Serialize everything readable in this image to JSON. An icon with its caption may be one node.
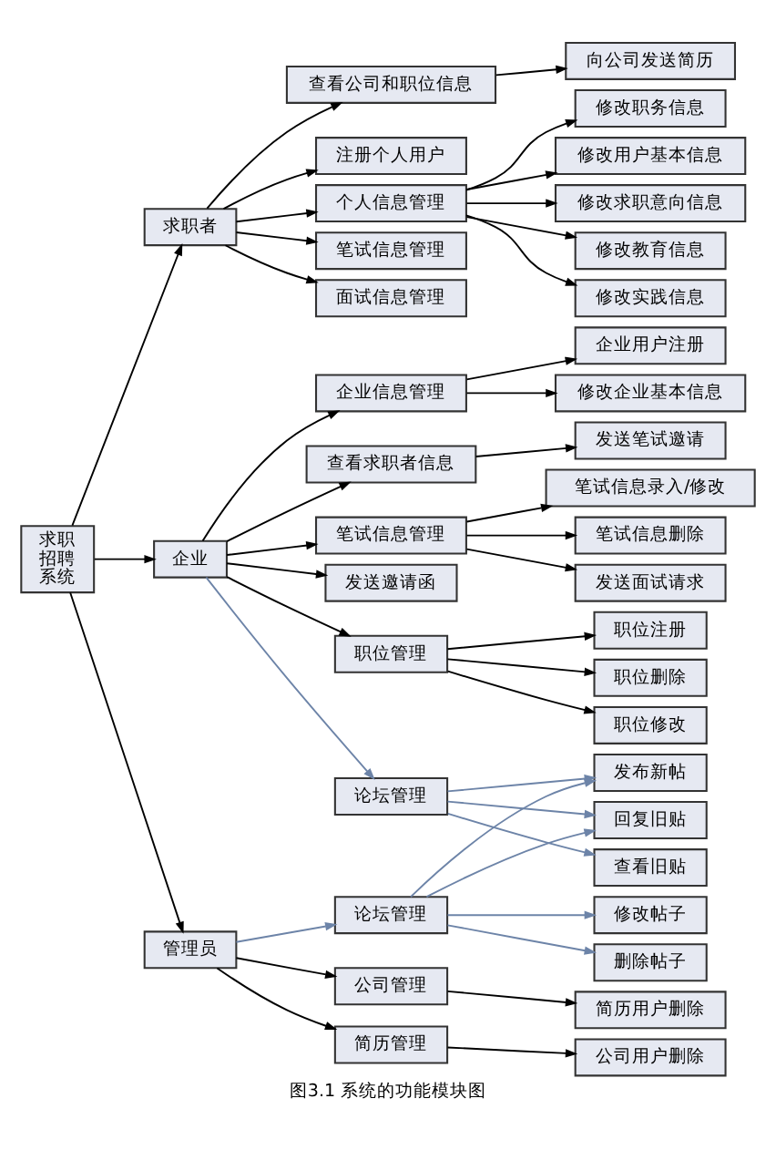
{
  "diagram": {
    "caption": "图3.1 系统的功能模块图",
    "nodes": [
      {
        "text": [
          "求职招聘系统"
        ]
      },
      {
        "text": [
          "求职者"
        ]
      },
      {
        "text": [
          "查看公司和职位信息"
        ]
      },
      {
        "text": [
          "向公司发送简历"
        ]
      },
      {
        "text": [
          "注册个人用户"
        ]
      },
      {
        "text": [
          "个人信息管理"
        ]
      },
      {
        "text": [
          "修改职务信息"
        ]
      },
      {
        "text": [
          "修改用户基本信息"
        ]
      },
      {
        "text": [
          "修改求职意向信息"
        ]
      },
      {
        "text": [
          "修改教育信息"
        ]
      },
      {
        "text": [
          "修改实践信息"
        ]
      },
      {
        "text": [
          "笔试信息管理"
        ]
      },
      {
        "text": [
          "面试信息管理"
        ]
      },
      {
        "text": [
          "企业"
        ]
      },
      {
        "text": [
          "企业信息管理"
        ]
      },
      {
        "text": [
          "企业用户注册"
        ]
      },
      {
        "text": [
          "修改企业基本信息"
        ]
      },
      {
        "text": [
          "查看求职者信息"
        ]
      },
      {
        "text": [
          "发送笔试邀请"
        ]
      },
      {
        "text": [
          "笔试信息管理"
        ]
      },
      {
        "text": [
          "笔试信息录入/修改"
        ]
      },
      {
        "text": [
          "笔试信息删除"
        ]
      },
      {
        "text": [
          "发送面试请求"
        ]
      },
      {
        "text": [
          "发送邀请函"
        ]
      },
      {
        "text": [
          "职位管理"
        ]
      },
      {
        "text": [
          "职位注册"
        ]
      },
      {
        "text": [
          "职位删除"
        ]
      },
      {
        "text": [
          "职位修改"
        ]
      },
      {
        "text": [
          "论坛管理"
        ]
      },
      {
        "text": [
          "发布新帖"
        ]
      },
      {
        "text": [
          "回复旧贴"
        ]
      },
      {
        "text": [
          "查看旧贴"
        ]
      },
      {
        "text": [
          "修改帖子"
        ]
      },
      {
        "text": [
          "删除帖子"
        ]
      },
      {
        "text": [
          "管理员"
        ]
      },
      {
        "text": [
          "论坛管理"
        ]
      },
      {
        "text": [
          "公司管理"
        ]
      },
      {
        "text": [
          "简历用户删除"
        ]
      },
      {
        "text": [
          "简历管理"
        ]
      },
      {
        "text": [
          "公司用户删除"
        ]
      }
    ],
    "edges": [
      {
        "from": 0,
        "to": 1,
        "arrow": "to"
      },
      {
        "from": 1,
        "to": 2,
        "arrow": "to"
      },
      {
        "from": 2,
        "to": 3,
        "arrow": "to"
      },
      {
        "from": 1,
        "to": 4,
        "arrow": "to"
      },
      {
        "from": 1,
        "to": 5,
        "arrow": "to"
      },
      {
        "from": 5,
        "to": 6,
        "arrow": "to"
      },
      {
        "from": 5,
        "to": 7,
        "arrow": "to"
      },
      {
        "from": 5,
        "to": 8,
        "arrow": "to"
      },
      {
        "from": 5,
        "to": 9,
        "arrow": "to"
      },
      {
        "from": 5,
        "to": 10,
        "arrow": "to"
      },
      {
        "from": 1,
        "to": 11,
        "arrow": "to"
      },
      {
        "from": 1,
        "to": 12,
        "arrow": "to"
      },
      {
        "from": 0,
        "to": 13,
        "arrow": "to"
      },
      {
        "from": 13,
        "to": 14,
        "arrow": "to"
      },
      {
        "from": 14,
        "to": 15,
        "arrow": "to"
      },
      {
        "from": 14,
        "to": 16,
        "arrow": "to"
      },
      {
        "from": 13,
        "to": 17,
        "arrow": "to"
      },
      {
        "from": 17,
        "to": 18,
        "arrow": "to"
      },
      {
        "from": 13,
        "to": 19,
        "arrow": "to"
      },
      {
        "from": 19,
        "to": 20,
        "arrow": "to"
      },
      {
        "from": 19,
        "to": 21,
        "arrow": "to"
      },
      {
        "from": 19,
        "to": 22,
        "arrow": "to"
      },
      {
        "from": 13,
        "to": 23,
        "arrow": "to"
      },
      {
        "from": 13,
        "to": 24,
        "arrow": "to"
      },
      {
        "from": 24,
        "to": 25,
        "arrow": "to"
      },
      {
        "from": 24,
        "to": 26,
        "arrow": "to"
      },
      {
        "from": 24,
        "to": 27,
        "arrow": "to"
      },
      {
        "from": 13,
        "to": 28,
        "arrow": "to",
        "color": "#6d84a8"
      },
      {
        "from": 28,
        "to": 29,
        "arrow": "to",
        "color": "#6d84a8"
      },
      {
        "from": 28,
        "to": 30,
        "arrow": "to",
        "color": "#6d84a8"
      },
      {
        "from": 28,
        "to": 31,
        "arrow": "to",
        "color": "#6d84a8"
      },
      {
        "from": 0,
        "to": 34,
        "arrow": "to"
      },
      {
        "from": 34,
        "to": 35,
        "arrow": "to",
        "color": "#6d84a8"
      },
      {
        "from": 35,
        "to": 29,
        "arrow": "to",
        "color": "#6d84a8"
      },
      {
        "from": 35,
        "to": 30,
        "arrow": "to",
        "color": "#6d84a8"
      },
      {
        "from": 35,
        "to": 32,
        "arrow": "to",
        "color": "#6d84a8"
      },
      {
        "from": 35,
        "to": 33,
        "arrow": "to",
        "color": "#6d84a8"
      },
      {
        "from": 34,
        "to": 36,
        "arrow": "to"
      },
      {
        "from": 36,
        "to": 37,
        "arrow": "to"
      },
      {
        "from": 34,
        "to": 38,
        "arrow": "to"
      },
      {
        "from": 38,
        "to": 39,
        "arrow": "to"
      }
    ]
  }
}
